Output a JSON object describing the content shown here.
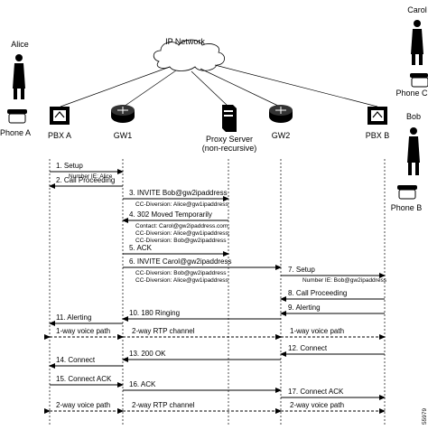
{
  "network": {
    "label": "IP Network"
  },
  "people": {
    "alice": {
      "name": "Alice",
      "phone": "Phone A"
    },
    "carol": {
      "name": "Carol",
      "phone": "Phone C"
    },
    "bob": {
      "name": "Bob",
      "phone": "Phone B"
    }
  },
  "nodes": {
    "pbxa": {
      "label": "PBX A"
    },
    "gw1": {
      "label": "GW1"
    },
    "proxy": {
      "label": "Proxy Server",
      "sub": "(non-recursive)"
    },
    "gw2": {
      "label": "GW2"
    },
    "pbxb": {
      "label": "PBX B"
    }
  },
  "figure_id": "55979",
  "messages": [
    {
      "label": "1. Setup",
      "notes": [
        "Number IE: Alice"
      ]
    },
    {
      "label": "2. Call Proceeding",
      "notes": []
    },
    {
      "label": "3. INVITE Bob@gw2ipaddress",
      "notes": [
        "CC-Diversion: Alice@gw1ipaddress"
      ]
    },
    {
      "label": "4. 302 Moved Temporarily",
      "notes": [
        "Contact: Carol@gw2ipaddress.com,",
        "CC-Diversion: Alice@gw1ipaddress,",
        "CC-Diversion: Bob@gw2ipaddress"
      ]
    },
    {
      "label": "5. ACK",
      "notes": []
    },
    {
      "label": "6. INVITE Carol@gw2ipaddress",
      "notes": [
        "CC-Diversion: Bob@gw2ipaddress",
        "CC-Diversion: Alice@gw1ipaddress"
      ]
    },
    {
      "label": "7. Setup",
      "notes": [
        "Number IE: Bob@gw2ipaddress"
      ]
    },
    {
      "label": "8. Call Proceeding",
      "notes": []
    },
    {
      "label": "9. Alerting",
      "notes": []
    },
    {
      "label": "10. 180 Ringing",
      "notes": []
    },
    {
      "label": "11. Alerting",
      "notes": []
    },
    {
      "label": "1-way voice path",
      "notes": []
    },
    {
      "label": "2-way RTP channel",
      "notes": []
    },
    {
      "label": "1-way voice path",
      "notes": []
    },
    {
      "label": "12. Connect",
      "notes": []
    },
    {
      "label": "13. 200 OK",
      "notes": []
    },
    {
      "label": "14. Connect",
      "notes": []
    },
    {
      "label": "15. Connect ACK",
      "notes": []
    },
    {
      "label": "16. ACK",
      "notes": []
    },
    {
      "label": "17. Connect ACK",
      "notes": []
    },
    {
      "label": "2-way voice path",
      "notes": []
    },
    {
      "label": "2-way RTP channel",
      "notes": []
    },
    {
      "label": "2-way voice path",
      "notes": []
    }
  ]
}
